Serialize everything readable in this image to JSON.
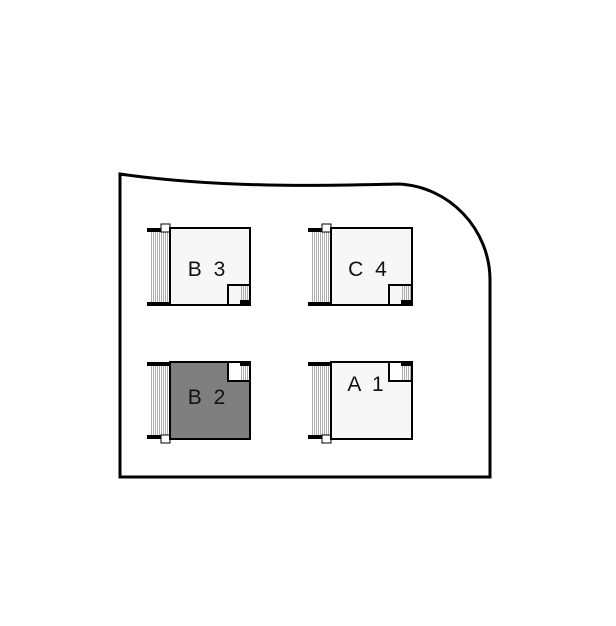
{
  "colors": {
    "background": "#ffffff",
    "outline": "#000000",
    "unit_fill": "#f7f7f7",
    "unit_highlight": "#7f7f7f",
    "balcony_fill": "#ffffff",
    "balcony_hatch": "#9a9a9a",
    "label": "#111111"
  },
  "units": [
    {
      "label": "B 3",
      "highlighted": false
    },
    {
      "label": "C 4",
      "highlighted": false
    },
    {
      "label": "B 2",
      "highlighted": true
    },
    {
      "label": "A 1",
      "highlighted": false
    }
  ]
}
